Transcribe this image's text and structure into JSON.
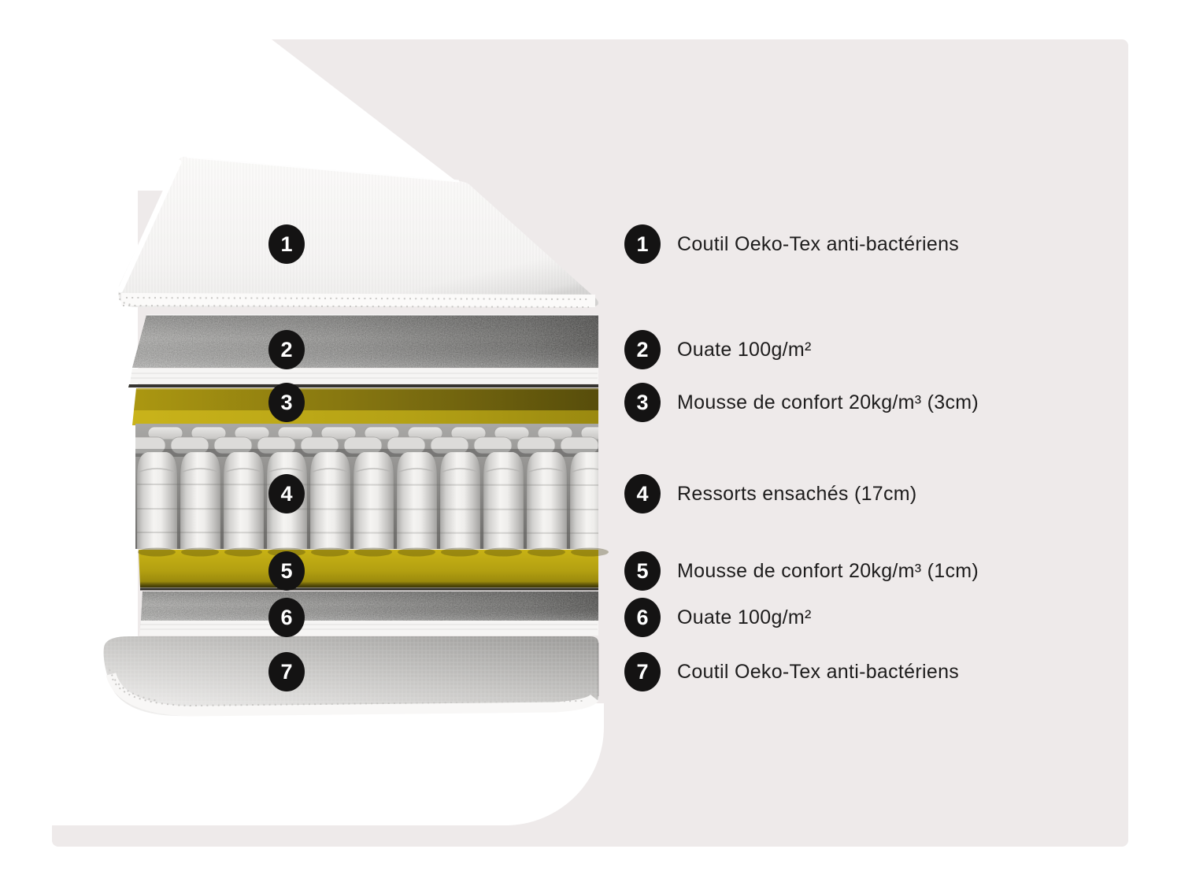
{
  "page": {
    "background": "#ffffff"
  },
  "panel": {
    "background": "#eeeaea"
  },
  "badge_style": {
    "background": "#141313",
    "text_color": "#ffffff"
  },
  "diagram": {
    "type": "mattress-layer-cutaway",
    "layers": [
      {
        "num": "1",
        "label": "Coutil Oeko-Tex anti-bactériens"
      },
      {
        "num": "2",
        "label": "Ouate 100g/m²"
      },
      {
        "num": "3",
        "label": "Mousse de confort 20kg/m³ (3cm)"
      },
      {
        "num": "4",
        "label": "Ressorts ensachés (17cm)"
      },
      {
        "num": "5",
        "label": "Mousse de confort 20kg/m³ (1cm)"
      },
      {
        "num": "6",
        "label": "Ouate 100g/m²"
      },
      {
        "num": "7",
        "label": "Coutil Oeko-Tex anti-bactériens"
      }
    ],
    "material_colors": {
      "cover_fabric": "#f6f5f4",
      "wadding_gray": "#a5a4a2",
      "comfort_foam_yellow": "#b5a113",
      "pocket_springs": "#efeeec"
    }
  }
}
